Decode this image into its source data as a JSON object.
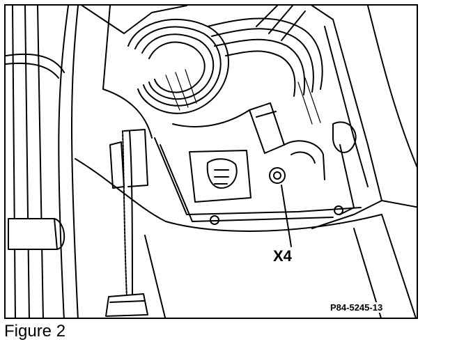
{
  "figure": {
    "caption": "Figure 2",
    "callout_label": "X4",
    "reference_code": "P84-5245-13"
  }
}
